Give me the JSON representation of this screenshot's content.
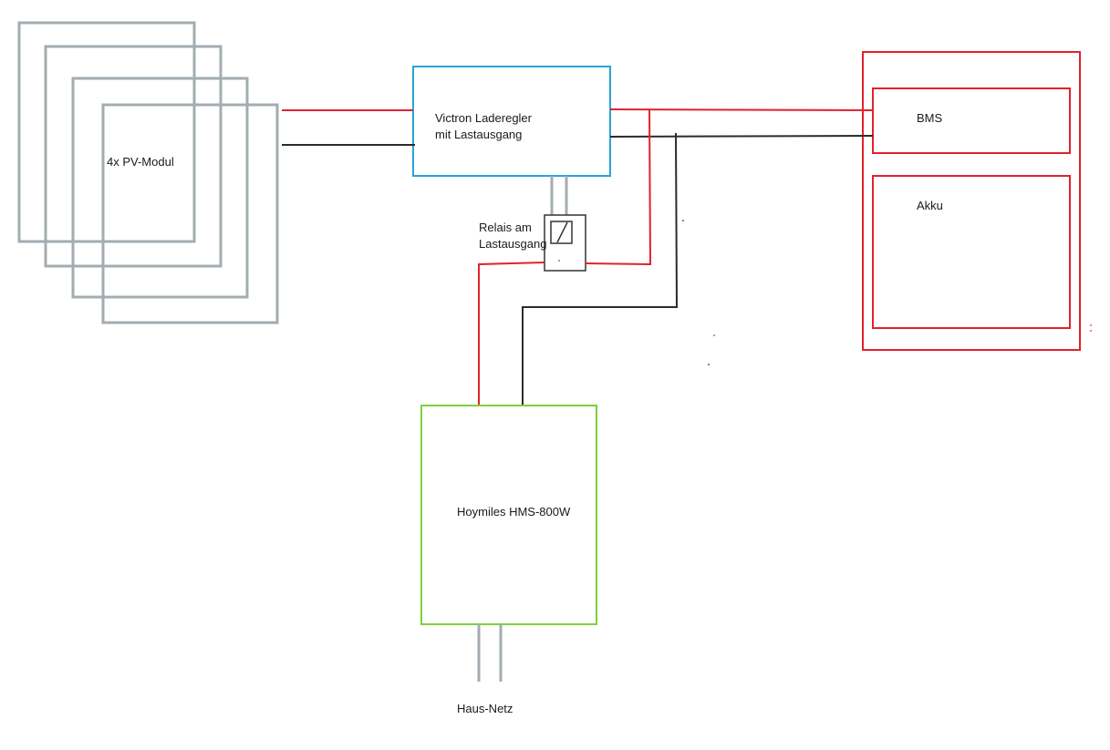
{
  "diagram": {
    "pv_modules": {
      "label": "4x PV-Modul",
      "count": 4
    },
    "charge_controller": {
      "label_line1": "Victron Laderegler",
      "label_line2": "mit Lastausgang"
    },
    "relay": {
      "label_line1": "Relais am",
      "label_line2": "Lastausgang"
    },
    "battery": {
      "bms_label": "BMS",
      "akku_label": "Akku"
    },
    "inverter": {
      "label": "Hoymiles HMS-800W"
    },
    "grid": {
      "label": "Haus-Netz"
    },
    "colors": {
      "pv_frame": "#a3acb1",
      "controller_frame": "#2aa3d8",
      "battery_frame": "#e0222e",
      "inverter_frame": "#7ed13a",
      "positive_wire": "#e0222e",
      "negative_wire": "#2b2b2b",
      "relay_frame": "#333333"
    }
  }
}
